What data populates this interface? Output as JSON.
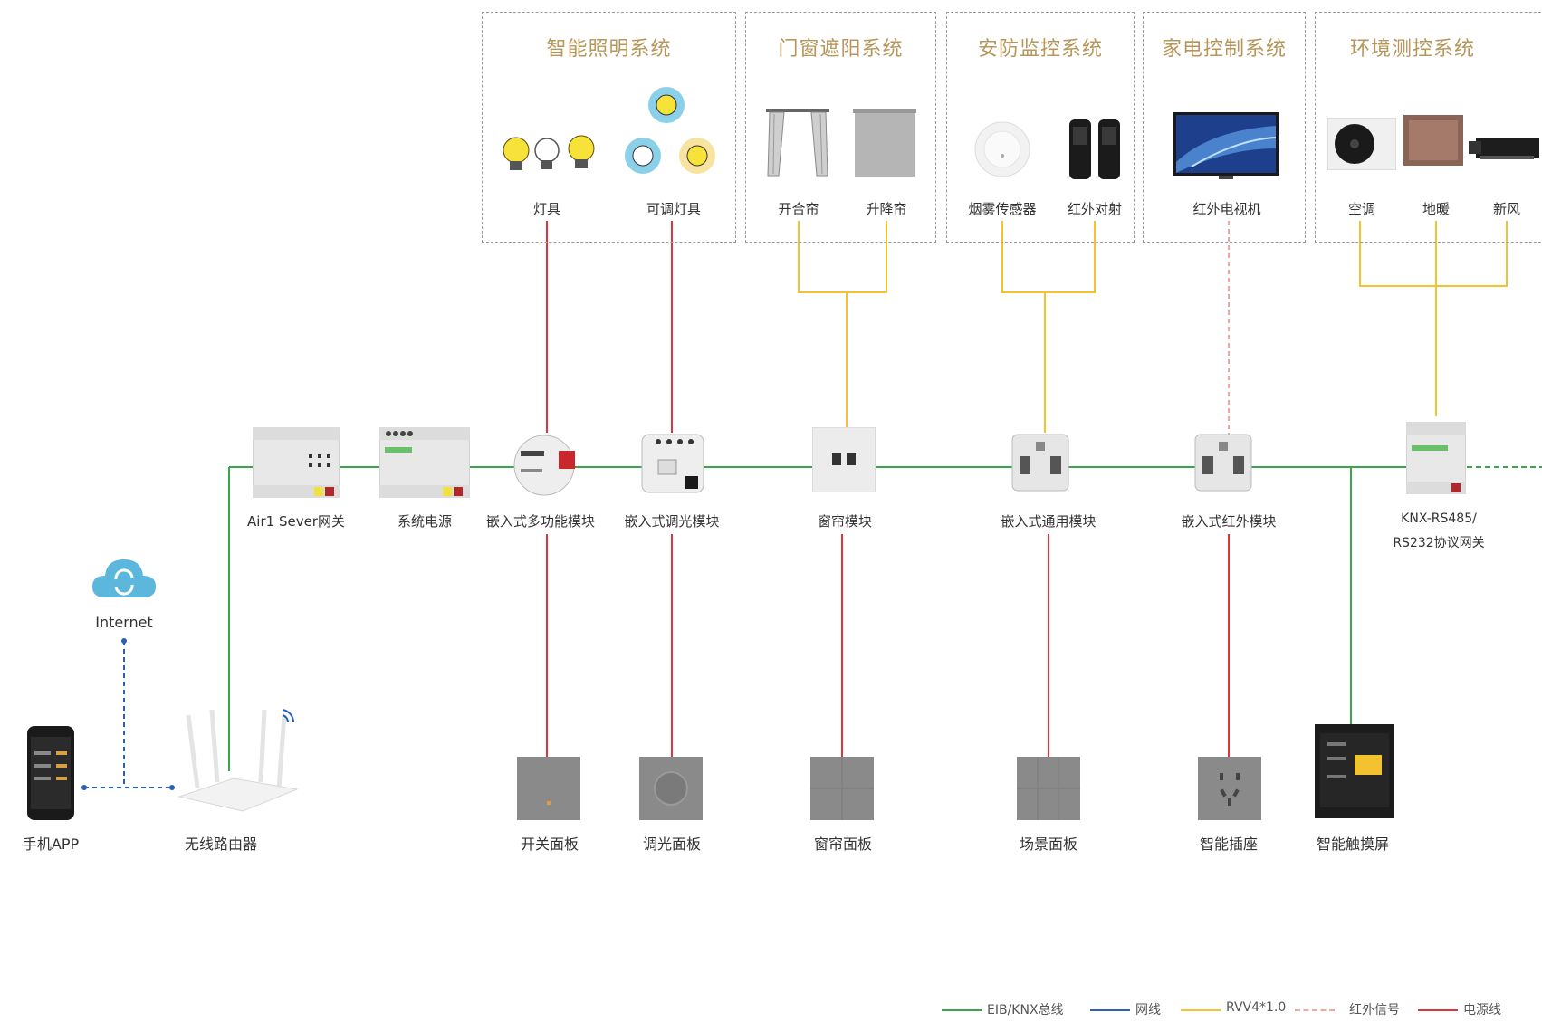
{
  "systems": [
    {
      "title": "智能照明系统",
      "items": [
        "灯具",
        "可调灯具"
      ]
    },
    {
      "title": "门窗遮阳系统",
      "items": [
        "开合帘",
        "升降帘"
      ]
    },
    {
      "title": "安防监控系统",
      "items": [
        "烟雾传感器",
        "红外对射"
      ]
    },
    {
      "title": "家电控制系统",
      "items": [
        "红外电视机"
      ]
    },
    {
      "title": "环境测控系统",
      "items": [
        "空调",
        "地暖",
        "新风"
      ]
    }
  ],
  "modules": [
    "Air1 Sever网关",
    "系统电源",
    "嵌入式多功能模块",
    "嵌入式调光模块",
    "窗帘模块",
    "嵌入式通用模块",
    "嵌入式红外模块",
    "KNX-RS485/",
    "RS232协议网关"
  ],
  "panels": [
    "开关面板",
    "调光面板",
    "窗帘面板",
    "场景面板",
    "智能插座",
    "智能触摸屏"
  ],
  "network": {
    "cloud": "Internet",
    "phone": "手机APP",
    "router": "无线路由器"
  },
  "legend": [
    {
      "label": "EIB/KNX总线",
      "color": "#3aa54a",
      "style": "solid"
    },
    {
      "label": "网线",
      "color": "#2a5fb5",
      "style": "solid"
    },
    {
      "label": "RVV4*1.0",
      "color": "#f2c230",
      "style": "solid"
    },
    {
      "label": "红外信号",
      "color": "#f2a898",
      "style": "dashed"
    },
    {
      "label": "电源线",
      "color": "#e0333a",
      "style": "solid"
    }
  ]
}
